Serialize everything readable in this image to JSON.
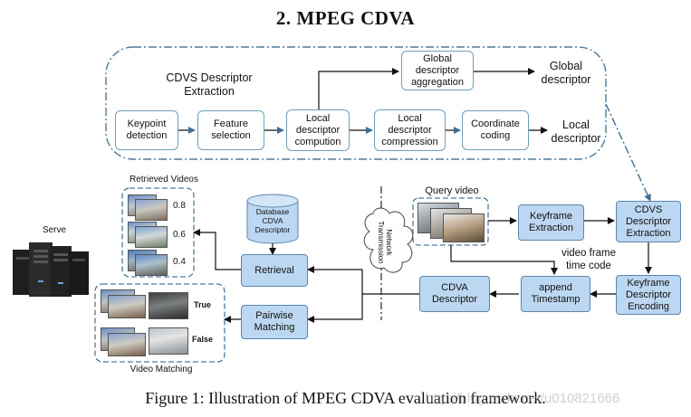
{
  "title": "2. MPEG CDVA",
  "caption": "Figure 1: Illustration of MPEG CDVA evaluation framework.",
  "watermark": "http://blog.csdn.net/u010821666",
  "cdvs_group_label": "CDVS Descriptor Extraction",
  "nodes": {
    "keypoint_detection": "Keypoint detection",
    "feature_selection": "Feature selection",
    "local_descriptor_computation": "Local descriptor compution",
    "local_descriptor_compression": "Local descriptor compression",
    "coordinate_coding": "Coordinate coding",
    "global_descriptor_aggregation": "Global descriptor aggregation",
    "keyframe_extraction": "Keyframe Extraction",
    "cdvs_descriptor_extraction": "CDVS Descriptor Extraction",
    "keyframe_descriptor_encoding": "Keyframe Descriptor Encoding",
    "append_timestamp": "append Timestamp",
    "cdva_descriptor": "CDVA Descriptor",
    "retrieval": "Retrieval",
    "pairwise_matching": "Pairwise Matching",
    "database": "Database CDVA Descriptor"
  },
  "labels": {
    "global_descriptor": "Global descriptor",
    "local_descriptor": "Local descriptor",
    "query_video": "Query video",
    "video_frame_time_code": "video frame time code",
    "network_transmission": "Network Transmission",
    "retrieved_videos": "Retrieved Videos",
    "video_matching": "Video Matching",
    "serve": "Serve"
  },
  "retrieval_scores": [
    "0.8",
    "0.6",
    "0.4"
  ],
  "match_results": [
    "True",
    "False"
  ],
  "colors": {
    "blue_box": "#bcd7f1",
    "dashed_border": "#4f7a9c"
  }
}
